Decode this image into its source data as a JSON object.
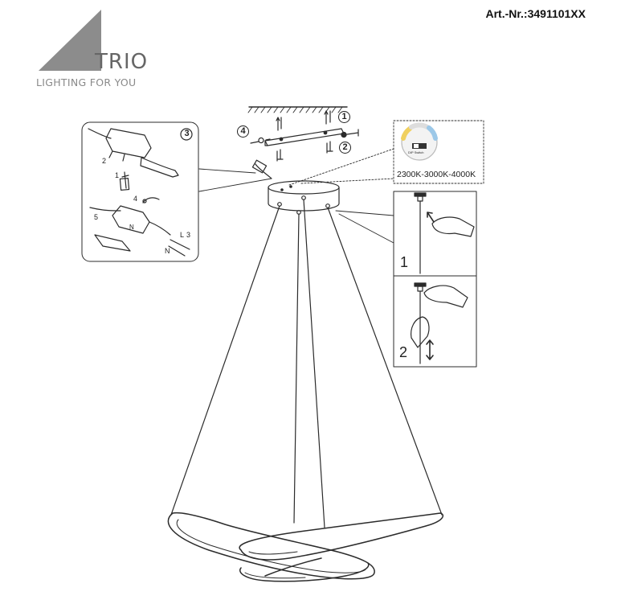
{
  "brand": {
    "name": "TRIO",
    "tagline": "LIGHTING FOR YOU"
  },
  "article_number": "Art.-Nr.:3491101XX",
  "steps": {
    "s1": "1",
    "s2": "2",
    "s3": "3",
    "s4": "4"
  },
  "wiring": {
    "l": "L",
    "n_bottom": "N",
    "n_connector": "N",
    "n3": "3",
    "n4": "4",
    "n5": "5",
    "n1": "1",
    "n2": "2"
  },
  "color_temp": {
    "switch_label": "DIP Switch",
    "range": "2300K-3000K-4000K"
  },
  "adjust_panel": {
    "step1": "1",
    "step2": "2"
  },
  "colors": {
    "line": "#2b2b2b",
    "logo_gray": "#8c8c8c"
  }
}
